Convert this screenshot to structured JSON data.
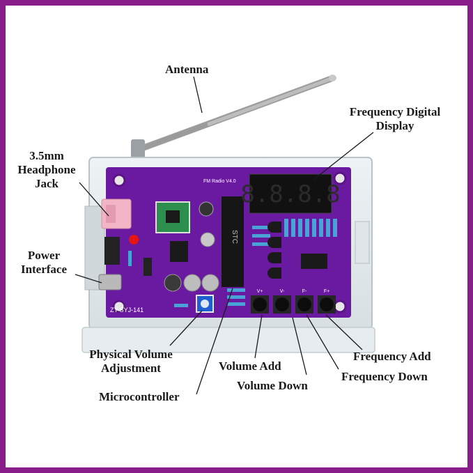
{
  "labels": {
    "antenna": "Antenna",
    "freq_display_1": "Frequency Digital",
    "freq_display_2": "Display",
    "headphone_1": "3.5mm",
    "headphone_2": "Headphone",
    "headphone_3": "Jack",
    "power_1": "Power",
    "power_2": "Interface",
    "volume_adj_1": "Physical Volume",
    "volume_adj_2": "Adjustment",
    "microcontroller": "Microcontroller",
    "volume_add": "Volume Add",
    "volume_down": "Volume Down",
    "frequency_add": "Frequency Add",
    "frequency_down": "Frequency Down"
  },
  "board": {
    "title": "FM Radio V4.0",
    "model": "ZY-SYJ-141",
    "chip_label": "STC",
    "display_digits": "8.8.8.8",
    "button_labels": [
      "V+",
      "V-",
      "F-",
      "F+"
    ]
  },
  "colors": {
    "frame": "#8a1f8c",
    "pcb": "#6a1aa0",
    "led": "#e51515",
    "pot": "#1f5fd0",
    "jack": "#f2b5c6"
  }
}
